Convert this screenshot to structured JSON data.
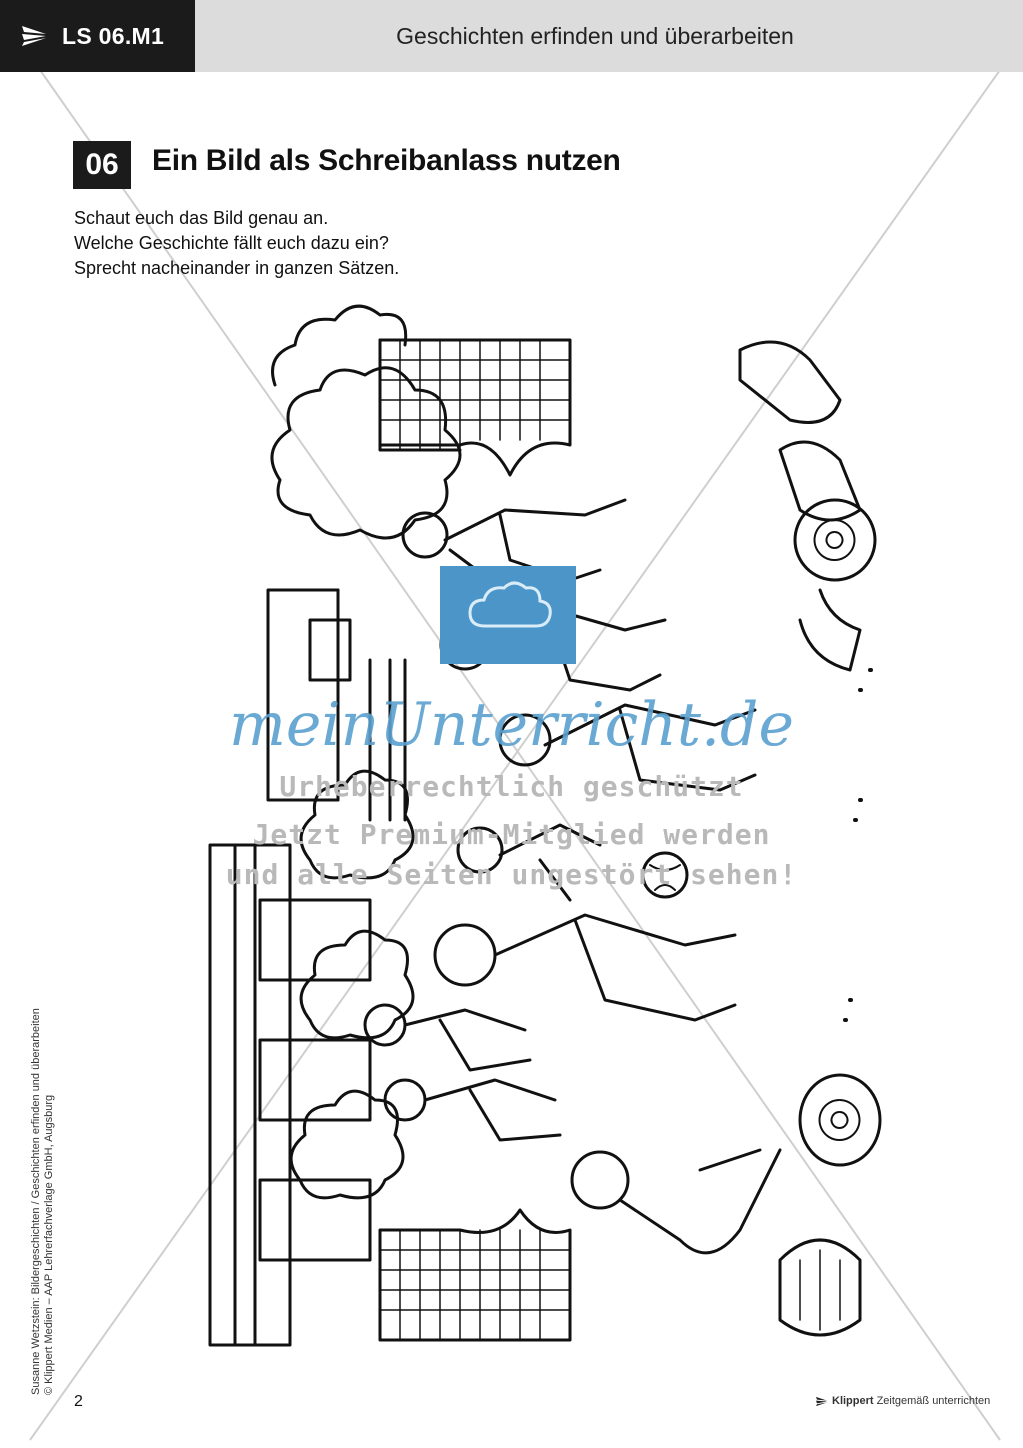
{
  "header": {
    "code": "LS 06.M1",
    "title": "Geschichten erfinden und überarbeiten"
  },
  "section": {
    "number": "06",
    "title": "Ein Bild als Schreibanlass nutzen"
  },
  "instructions": [
    "Schaut euch das Bild genau an.",
    "Welche Geschichte fällt euch dazu ein?",
    "Sprecht nacheinander in ganzen Sätzen."
  ],
  "watermark": {
    "brand": "meinUnterricht.de",
    "line1": "Urheberrechtlich geschützt",
    "line2": "Jetzt Premium-Mitglied werden",
    "line3": "und alle Seiten ungestört sehen!"
  },
  "side_credit": {
    "line1": "Susanne Wetzstein: Bildergeschichten / Geschichten erfinden und überarbeiten",
    "line2": "© Klippert Medien – AAP Lehrerfachverlage GmbH, Augsburg"
  },
  "footer": {
    "page": "2",
    "brand": "Klippert",
    "tagline": "Zeitgemäß unterrichten"
  }
}
